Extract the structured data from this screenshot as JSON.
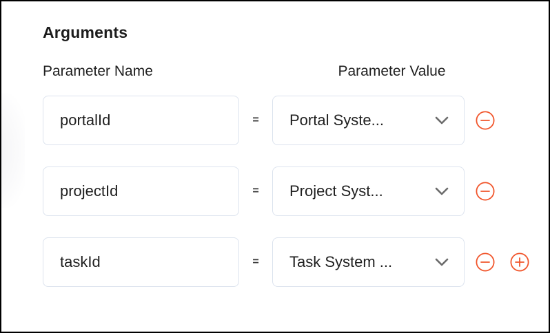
{
  "section": {
    "title": "Arguments"
  },
  "table": {
    "name_header": "Parameter Name",
    "value_header": "Parameter Value",
    "equals": "=",
    "rows": [
      {
        "name": "portalId",
        "value": "Portal Syste...",
        "actions": [
          "remove"
        ]
      },
      {
        "name": "projectId",
        "value": "Project Syst...",
        "actions": [
          "remove"
        ]
      },
      {
        "name": "taskId",
        "value": "Task System ...",
        "actions": [
          "remove",
          "add"
        ]
      }
    ]
  },
  "icons": {
    "dropdown": "chevron-down-icon",
    "remove": "minus-circle-icon",
    "add": "plus-circle-icon"
  },
  "colors": {
    "accent_orange": "#F1552B",
    "field_border": "#DCE3EE",
    "text": "#1C1C1C",
    "chevron_gray": "#6B6B6B",
    "frame": "#000000",
    "background": "#FFFFFF"
  }
}
